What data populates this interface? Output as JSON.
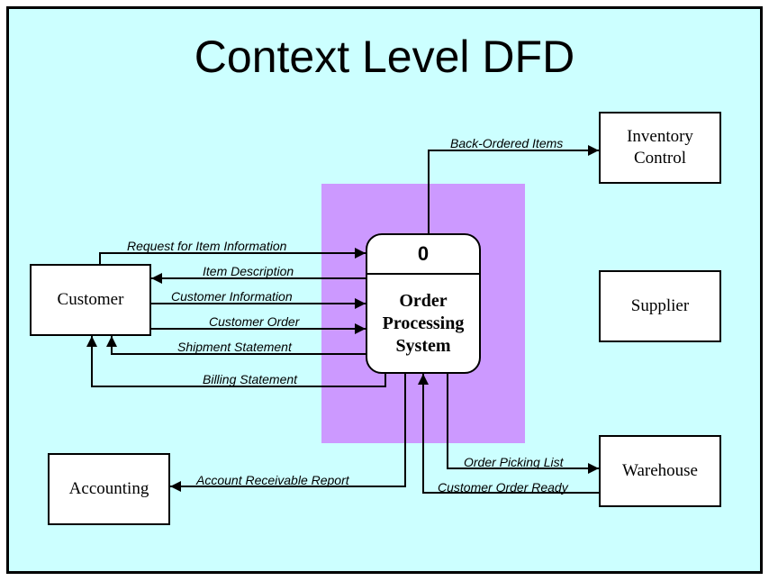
{
  "title": "Context Level DFD",
  "process": {
    "id": "0",
    "name": "Order Processing System"
  },
  "entities": {
    "customer": "Customer",
    "inventory_control": "Inventory Control",
    "supplier": "Supplier",
    "warehouse": "Warehouse",
    "accounting": "Accounting"
  },
  "flows": {
    "back_ordered_items": "Back-Ordered Items",
    "request_for_item_information": "Request for Item Information",
    "item_description": "Item Description",
    "customer_information": "Customer Information",
    "customer_order": "Customer Order",
    "shipment_statement": "Shipment Statement",
    "billing_statement": "Billing Statement",
    "account_receivable_report": "Account Receivable Report",
    "order_picking_list": "Order Picking List",
    "customer_order_ready": "Customer Order Ready"
  },
  "colors": {
    "background": "#ccffff",
    "highlight": "#cc99ff",
    "box": "#ffffff",
    "line": "#000000"
  }
}
